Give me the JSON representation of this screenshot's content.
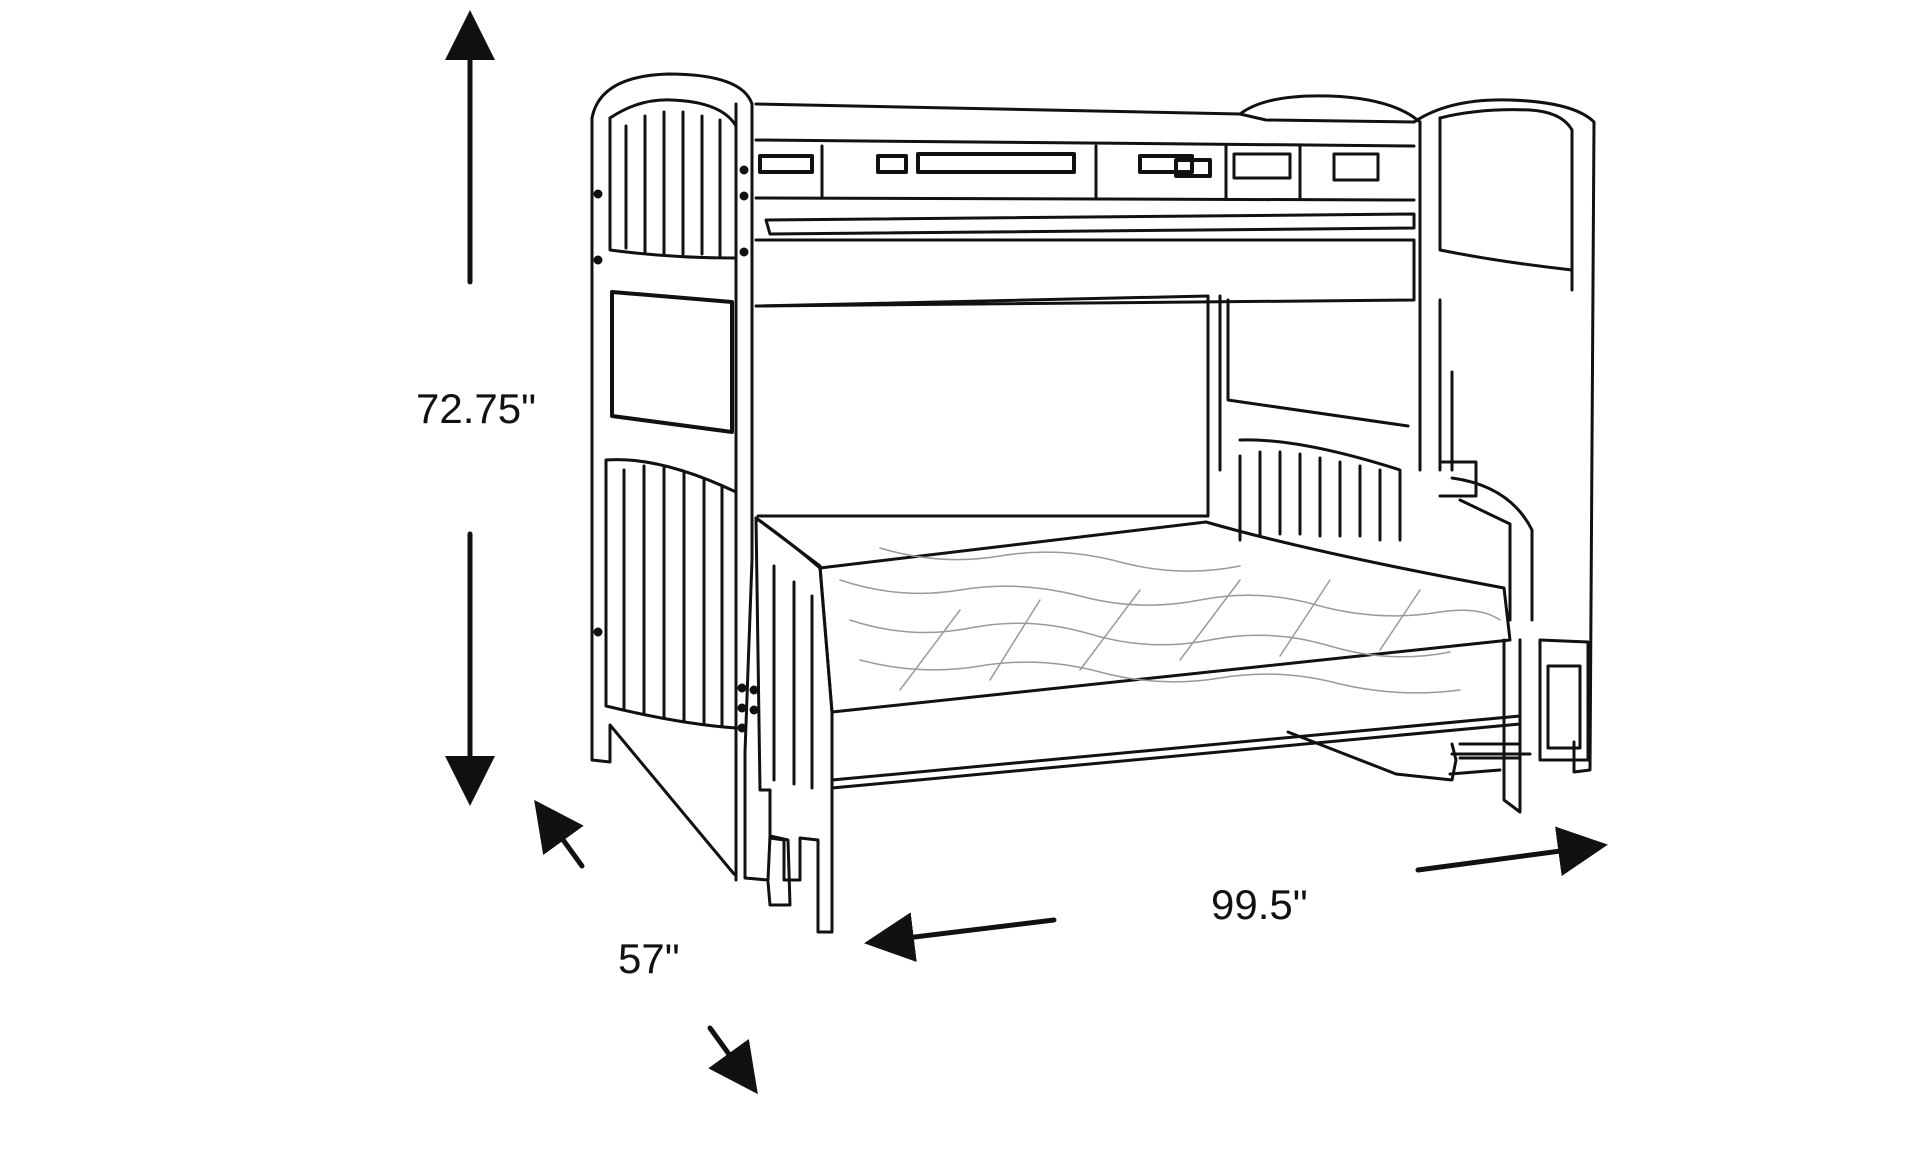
{
  "dimensions": {
    "height": "72.75\"",
    "depth": "57\"",
    "width": "99.5\""
  },
  "colors": {
    "line": "#111111",
    "background": "#ffffff",
    "mattress_texture": "#9a9a9a"
  },
  "icons": {
    "dimension_arrows": "arrow-icon"
  }
}
